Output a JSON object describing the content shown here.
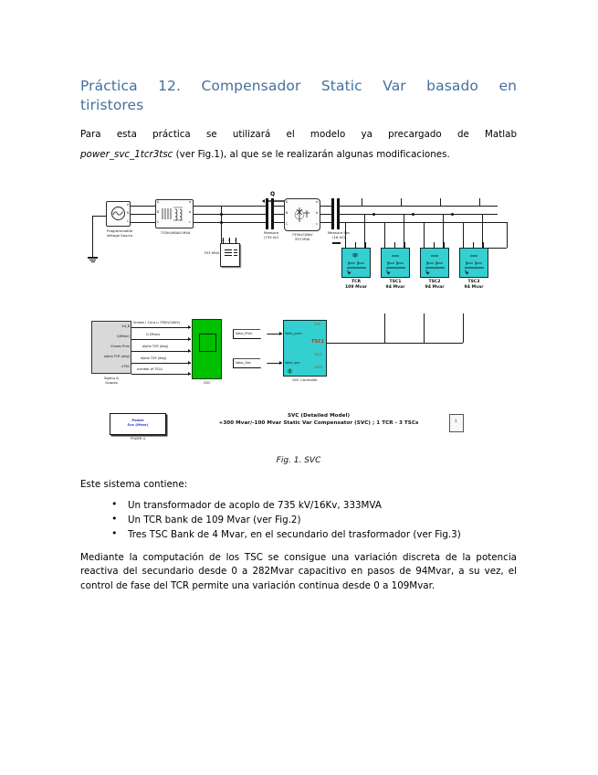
{
  "document": {
    "title_line1": "Práctica 12. Compensador Static Var basado en",
    "title_line2": "tiristores",
    "intro_line1": "Para esta práctica se utilizará el modelo ya precargado de Matlab",
    "intro_model": "power_svc_1tcr3tsc",
    "intro_rest": " (ver Fig.1), al que se le realizarán algunas modificaciones.",
    "figure_caption": "Fig.  1. SVC",
    "contains_heading": "Este sistema contiene:",
    "bullets": [
      "Un transformador de acoplo de 735 kV/16Kv, 333MVA",
      "Un TCR bank de 109 Mvar (ver Fig.2)",
      "Tres TSC Bank de 4 Mvar, en el secundario del trasformador (ver Fig.3)"
    ],
    "closing_paragraph": "Mediante la computación de los TSC se consigue una variación discreta de la potencia reactiva del secundario desde 0 a 282Mvar capacitivo en pasos de 94Mvar, a su vez, el control de fase del TCR permite una variación continua desde 0 a 109Mvar.",
    "title_color": "#44709d"
  },
  "figure": {
    "source_label": "Programmable\nVoltage Source",
    "transformer1_label": "735kV/6000 MVA",
    "load_label": "333 MVA",
    "meter1_label": "Measure\n(735 kV)",
    "transformer2_label": "735kV/16kV\n333 MVA",
    "meter2_label": "Measure Sec\n(16 kV)",
    "q_label": "Q",
    "banks": [
      {
        "name": "TCR",
        "rating": "109 Mvar",
        "color": "#34cfd0"
      },
      {
        "name": "TSC1",
        "rating": "94 Mvar",
        "color": "#34cfd0"
      },
      {
        "name": "TSC2",
        "rating": "94 Mvar",
        "color": "#34cfd0"
      },
      {
        "name": "TSC3",
        "rating": "94 Mvar",
        "color": "#34cfd0"
      }
    ],
    "sigma_block": {
      "label": "Sigma &\nScopes",
      "inputs": [
        "Vd_B",
        "Q(Mvar)",
        "Vmeas Prim",
        "alpha TCR (deg)",
        "nTSC"
      ],
      "signal_labels": [
        "Vmeas ( 1st p.u 735kV/16kV)",
        "Q (Mvar)",
        "alpha TCR (deg)",
        "alpha TCR (deg)",
        "number of TSCs"
      ]
    },
    "green_block": {
      "label": "SVC"
    },
    "ctrl_block": {
      "label": "SVC Controller",
      "inputs": [
        "Vabc_prim",
        "Vabc_sec"
      ],
      "outputs": [
        "TCR",
        "TSC1",
        "TSC2",
        "TSC3"
      ]
    },
    "ctrl_input_ports": [
      "Vabc_Prim",
      "Vabc_Sec"
    ],
    "display_block": {
      "value": "Power\nSvc (Mvar)",
      "caption": "POWER Q"
    },
    "note_number": "1",
    "svc_title_line1": "SVC (Detailed Model)",
    "svc_title_line2": "+300 Mvar/-100 Mvar Static Var Compensator (SVC) ; 1 TCR - 3 TSCs"
  }
}
